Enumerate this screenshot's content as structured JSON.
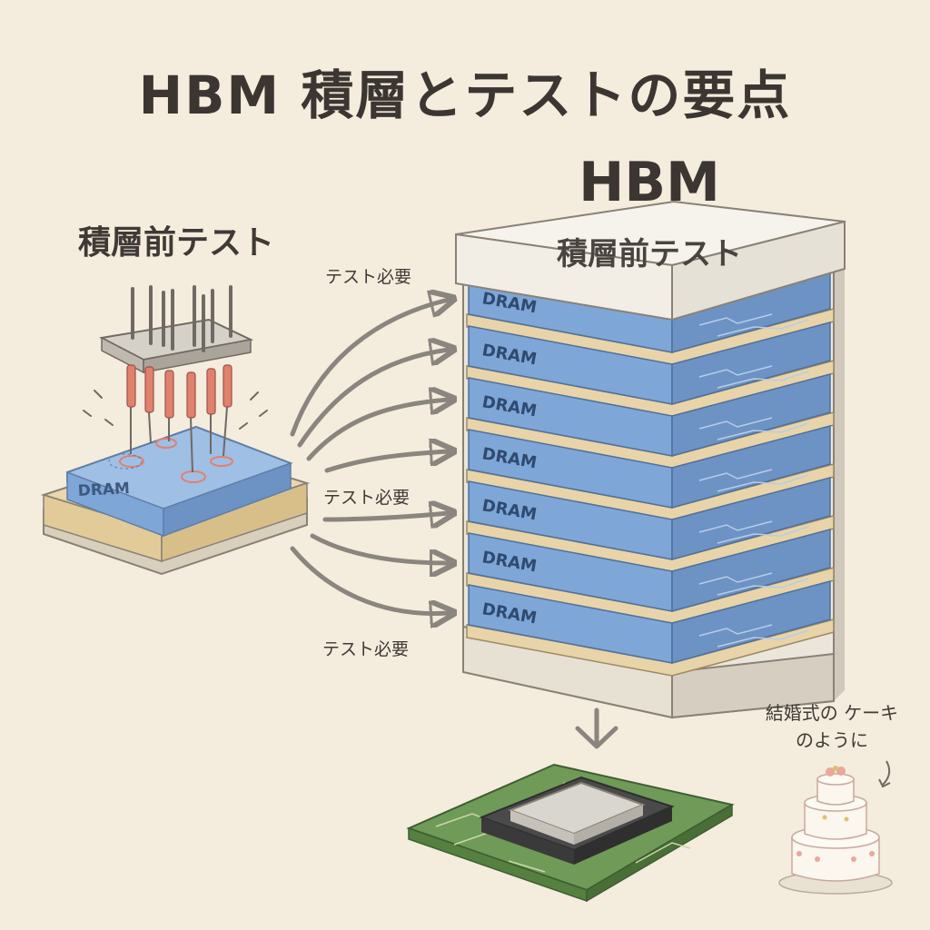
{
  "title": "HBM 積層とテストの要点",
  "left_panel": {
    "label": "積層前テスト",
    "die_label": "DRAM"
  },
  "stack": {
    "title": "HBM",
    "subtitle": "積層前テスト",
    "layers": [
      "DRAM",
      "DRAM",
      "DRAM",
      "DRAM",
      "DRAM",
      "DRAM",
      "DRAM"
    ]
  },
  "arrow_notes": [
    "テスト必要",
    "テスト必要",
    "テスト必要"
  ],
  "cake_note": "結婚式の ケーキのように",
  "colors": {
    "background": "#f4ecdc",
    "dram_blue": "#7ea6d6",
    "interposer_tan": "#e8d4a8",
    "probe_red": "#e0816e",
    "pcb_green": "#6f9a58",
    "arrow_gray": "#8a857e"
  }
}
